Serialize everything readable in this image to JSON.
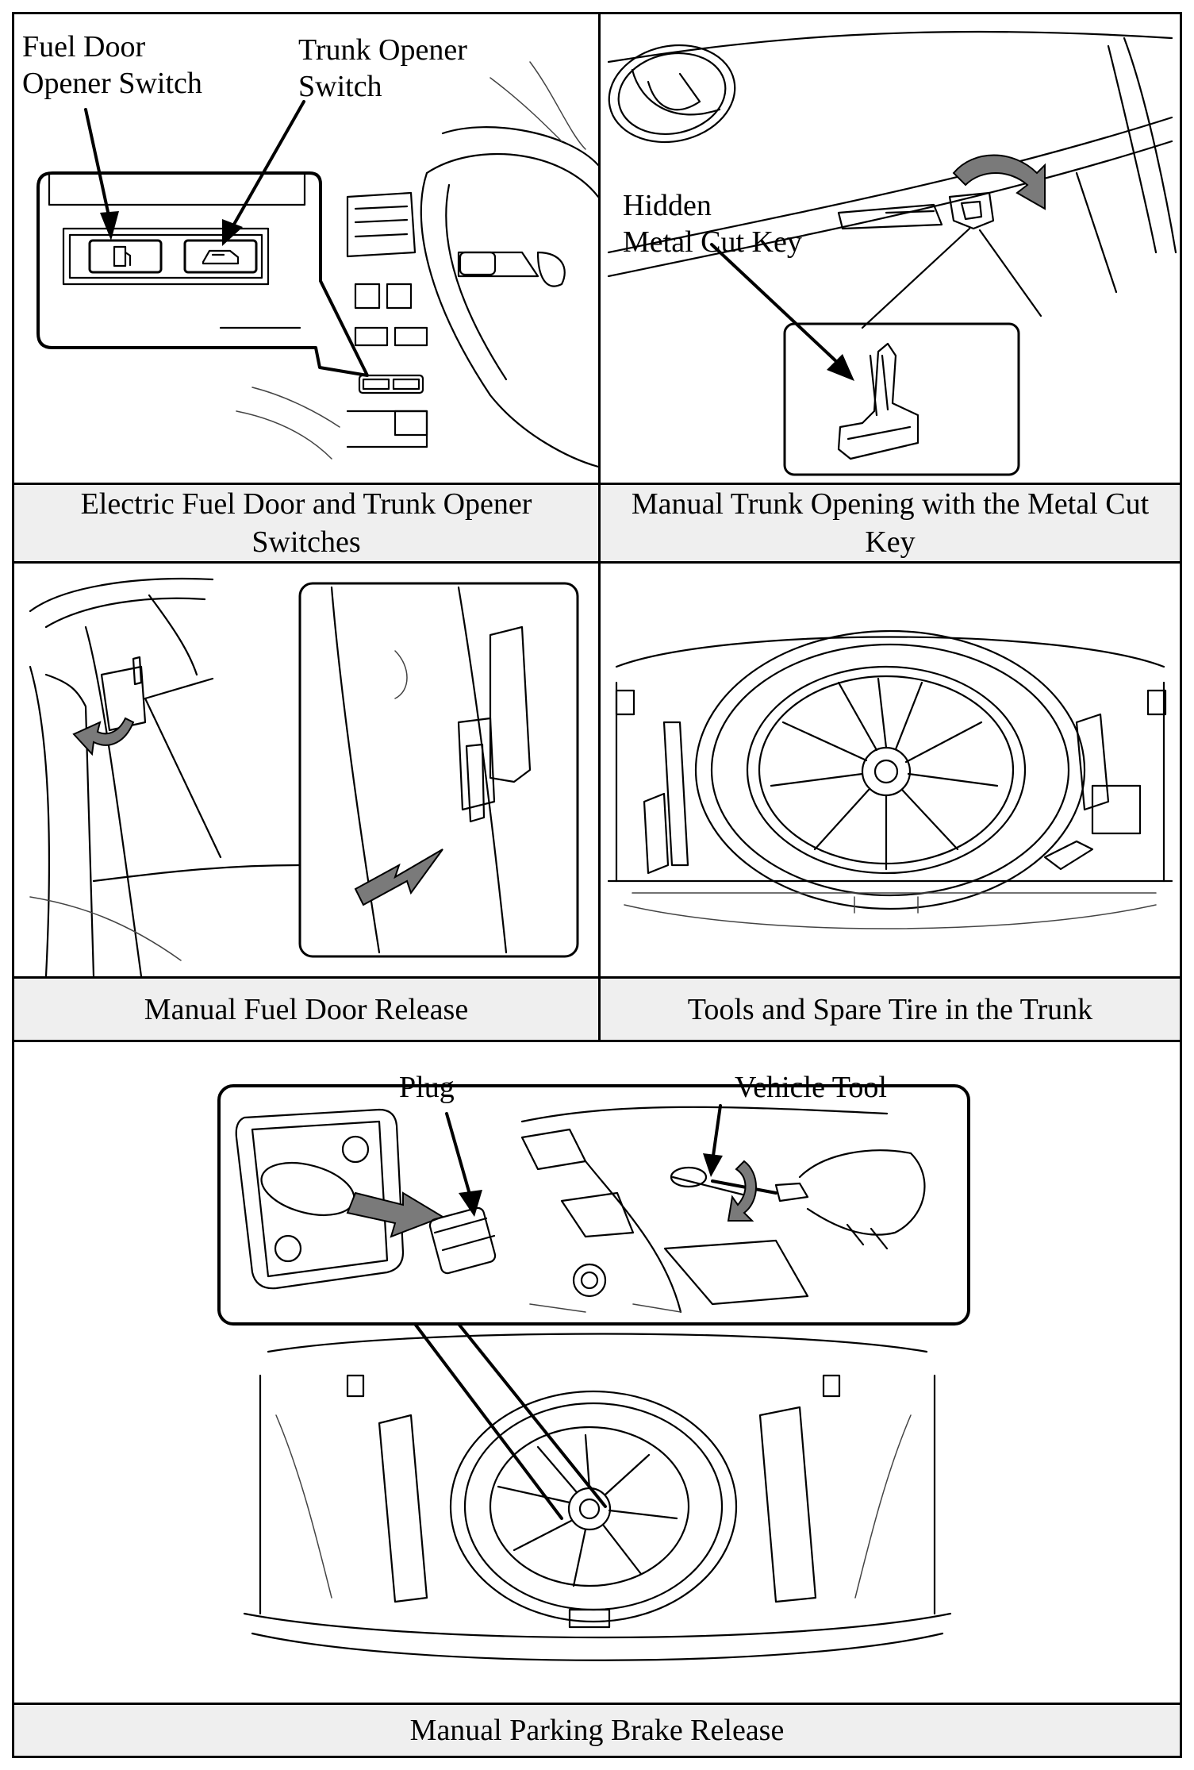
{
  "panels": [
    {
      "caption": "Electric Fuel Door and Trunk Opener Switches",
      "callouts": [
        "Fuel Door\nOpener Switch",
        "Trunk Opener\nSwitch"
      ]
    },
    {
      "caption": "Manual Trunk Opening with the Metal Cut Key",
      "callouts": [
        "Hidden\nMetal Cut Key"
      ]
    },
    {
      "caption": "Manual Fuel Door Release",
      "callouts": []
    },
    {
      "caption": "Tools and Spare Tire in the Trunk",
      "callouts": []
    },
    {
      "caption": "Manual Parking Brake Release",
      "callouts": [
        "Plug",
        "Vehicle Tool"
      ]
    }
  ],
  "icons": {
    "fuel_switch": "fuel-pump-icon",
    "trunk_switch": "car-trunk-icon"
  }
}
